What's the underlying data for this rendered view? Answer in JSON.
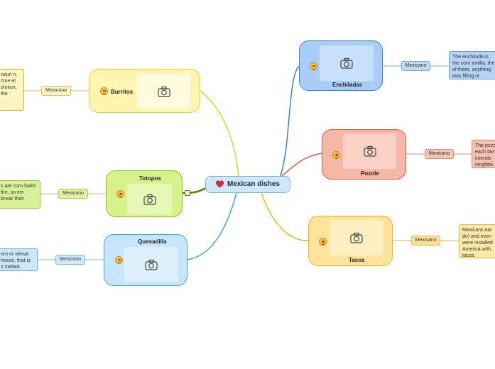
{
  "map": {
    "center": {
      "title": "Mexican dishes",
      "icon": "heart-icon"
    },
    "topics": {
      "enchiladas": {
        "title": "Enchiladas",
        "tag": "Mexicano",
        "note": "The enchilada is the corn tortilla, the of there, anything was filling or garnish"
      },
      "pozole": {
        "title": "Pozole",
        "tag": "Mexicano",
        "note": "The pozo each fam intends neighbo"
      },
      "tacos": {
        "title": "Tacos",
        "tag": "Mexicano",
        "note": "Mexicans eat do) and even were installed America with tacos."
      },
      "burritos": {
        "title": "Burritos",
        "tag": "Mexicano",
        "note": "noun n. One et olution, the"
      },
      "totopos": {
        "title": "Totopos",
        "tag": "Mexicano",
        "note": "s are corn hales fire, so em break their"
      },
      "quesadilla": {
        "title": "Quesadilla",
        "tag": "Mexicano",
        "note": "orn or wheat heese, that is s melted."
      }
    }
  },
  "colors": {
    "blue_fill": "#a9cdf7",
    "blue_border": "#3f7fd1",
    "salmon_fill": "#f5b7a6",
    "salmon_border": "#df5b3c",
    "orange_fill": "#ffe39c",
    "orange_border": "#f0b21e",
    "yellow_fill": "#fff5b0",
    "yellow_border": "#e8cd33",
    "green_fill": "#d6f28a",
    "green_border": "#92c21e",
    "lightblue_fill": "#c8e6fb",
    "lightblue_border": "#3fa4e0"
  }
}
